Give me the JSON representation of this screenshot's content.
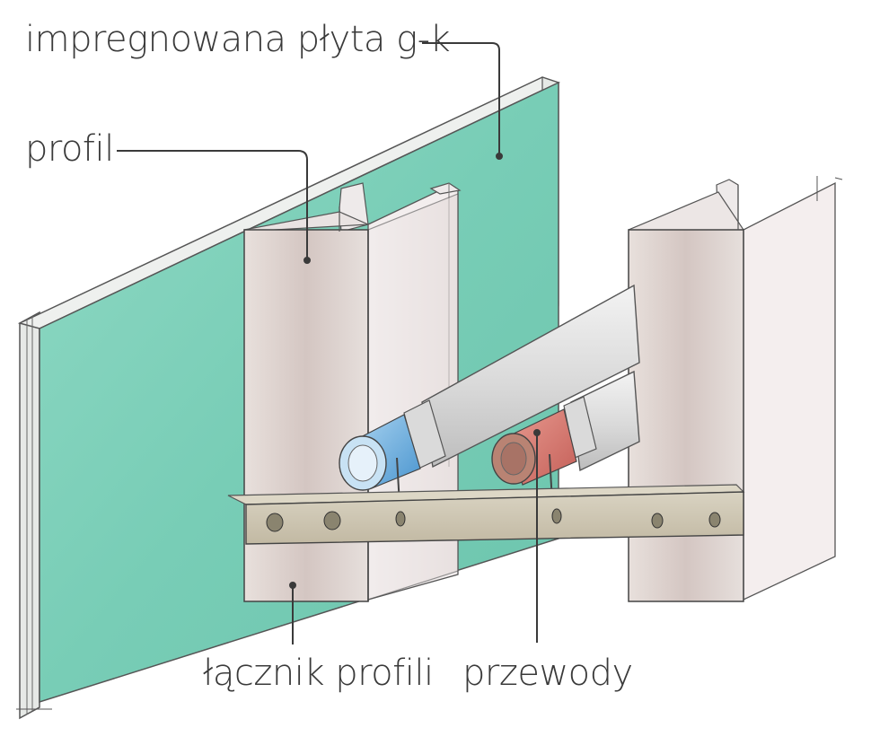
{
  "labels": {
    "plyta": "impregnowana płyta g-k",
    "profil": "profil",
    "lacznik": "łącznik profili",
    "przewody": "przewody"
  },
  "colors": {
    "board_green": "#7ed0bb",
    "board_edge": "#e9ece9",
    "profile_face": "#ddd3cf",
    "bar": "#cfc8b4",
    "blue_pipe": "#6fb2e0",
    "red_pipe": "#d27a72",
    "sleeve": "#e6e6e6",
    "label_text": "#3a3a3a"
  }
}
